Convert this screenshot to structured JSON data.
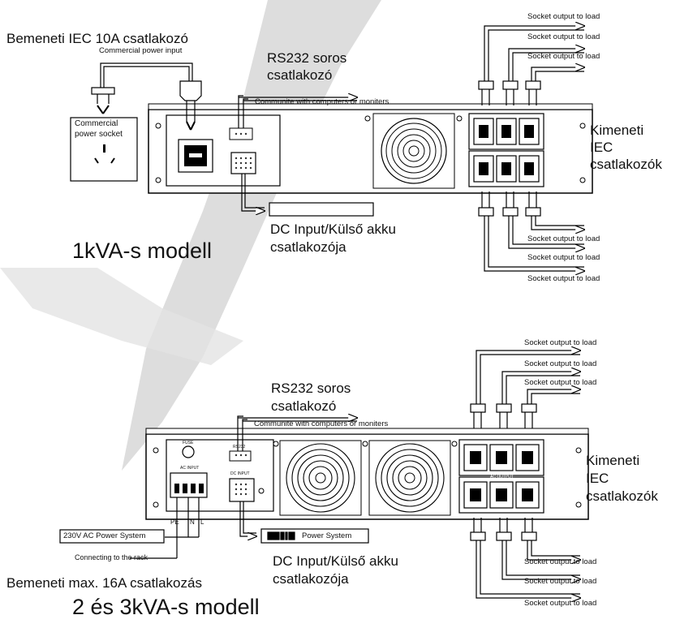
{
  "top": {
    "input_label": "Bemeneti IEC 10A csatlakozó",
    "commercial_power_input": "Commercial power input",
    "commercial_socket_1": "Commercial",
    "commercial_socket_2": "power socket",
    "rs232_1": "RS232 soros",
    "rs232_2": "csatlakozó",
    "communicate": "Communite with computers or moniters",
    "output_1": "Kimeneti",
    "output_2": "IEC",
    "output_3": "csatlakozók",
    "dc_1": "DC Input/Külső akku",
    "dc_2": "csatlakozója",
    "model": "1kVA-s modell",
    "socket_labels": [
      "Socket output to load",
      "Socket output to load",
      "Socket output to load",
      "Socket output to load",
      "Socket output to load",
      "Socket output to load"
    ]
  },
  "bottom": {
    "rs232_1": "RS232 soros",
    "rs232_2": "csatlakozó",
    "communicate": "Communite with computers or moniters",
    "fuse": "FUSE",
    "rs232_small": "RS232",
    "ac_input": "AC INPUT",
    "dc_input": "DC INPUT",
    "ac_output": "AC OUTPUT",
    "pe": "PE",
    "n": "N",
    "l": "L",
    "ac_power_system": "230V AC Power System",
    "power_system": "Power System",
    "connecting_rack": "Connecting to the rack",
    "input_max": "Bemeneti max. 16A csatlakozás",
    "output_1": "Kimeneti",
    "output_2": "IEC",
    "output_3": "csatlakozók",
    "dc_1": "DC Input/Külső akku",
    "dc_2": "csatlakozója",
    "model": "2 és 3kVA-s modell",
    "socket_labels": [
      "Socket output to load",
      "Socket output to load",
      "Socket output to load",
      "Socket output to load",
      "Socket output to load",
      "Socket output to load"
    ]
  }
}
